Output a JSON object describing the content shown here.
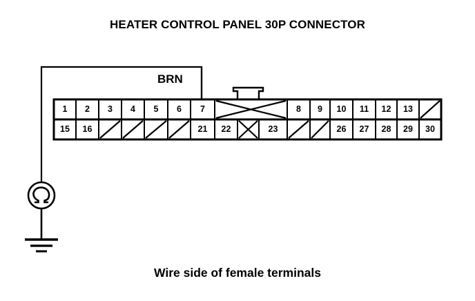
{
  "title": "HEATER CONTROL PANEL 30P CONNECTOR",
  "caption": "Wire side of female terminals",
  "connector": {
    "name": "Heater Control Panel 30P Connector",
    "pin_count": "30P",
    "top_row": [
      {
        "label": "1",
        "type": "pin"
      },
      {
        "label": "2",
        "type": "pin"
      },
      {
        "label": "3",
        "type": "pin"
      },
      {
        "label": "4",
        "type": "pin"
      },
      {
        "label": "5",
        "type": "pin"
      },
      {
        "label": "6",
        "type": "pin"
      },
      {
        "label": "7",
        "type": "pin"
      },
      {
        "label": "",
        "type": "crossed-wide"
      },
      {
        "label": "8",
        "type": "pin"
      },
      {
        "label": "9",
        "type": "pin"
      },
      {
        "label": "10",
        "type": "pin"
      },
      {
        "label": "11",
        "type": "pin"
      },
      {
        "label": "12",
        "type": "pin"
      },
      {
        "label": "13",
        "type": "pin"
      },
      {
        "label": "",
        "type": "slashed"
      }
    ],
    "bottom_row": [
      {
        "label": "15",
        "type": "pin"
      },
      {
        "label": "16",
        "type": "pin"
      },
      {
        "label": "",
        "type": "slashed"
      },
      {
        "label": "",
        "type": "slashed"
      },
      {
        "label": "",
        "type": "slashed"
      },
      {
        "label": "",
        "type": "slashed"
      },
      {
        "label": "21",
        "type": "pin"
      },
      {
        "label": "22",
        "type": "pin"
      },
      {
        "label": "",
        "type": "crossed"
      },
      {
        "label": "23",
        "type": "pin"
      },
      {
        "label": "",
        "type": "slashed"
      },
      {
        "label": "",
        "type": "slashed"
      },
      {
        "label": "26",
        "type": "pin"
      },
      {
        "label": "27",
        "type": "pin"
      },
      {
        "label": "28",
        "type": "pin"
      },
      {
        "label": "29",
        "type": "pin"
      },
      {
        "label": "30",
        "type": "pin"
      }
    ]
  },
  "wire": {
    "color_code": "BRN",
    "color_name": "brown",
    "from_pin": "7"
  },
  "measurement": {
    "instrument": "ohmmeter",
    "symbol": "Ω",
    "ground": "chassis-ground"
  },
  "colors": {
    "ink": "#000000",
    "background": "#ffffff"
  }
}
